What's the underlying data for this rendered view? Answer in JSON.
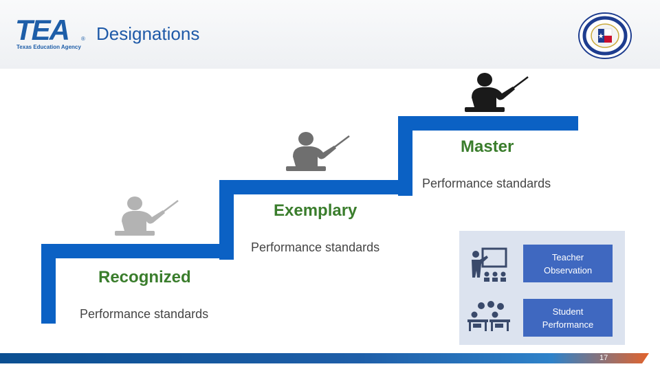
{
  "header": {
    "logo_text": "TEA",
    "logo_subtitle": "Texas Education Agency",
    "title": "Designations"
  },
  "levels": [
    {
      "name": "Recognized",
      "description": "Performance standards"
    },
    {
      "name": "Exemplary",
      "description": "Performance standards"
    },
    {
      "name": "Master",
      "description": "Performance standards"
    }
  ],
  "panel": {
    "teacher_observation": [
      "Teacher",
      "Observation"
    ],
    "student_performance": [
      "Student",
      "Performance"
    ]
  },
  "footer": {
    "page_number": "17"
  },
  "colors": {
    "step_blue": "#0b61c4",
    "level_green": "#3a7d2c",
    "title_blue": "#1f5aa8",
    "panel_bg": "#dce3ef",
    "box_blue": "#3f68c0"
  },
  "icons": [
    "teacher-pointer-icon",
    "classroom-teacher-icon",
    "student-desks-icon",
    "seal-icon"
  ]
}
